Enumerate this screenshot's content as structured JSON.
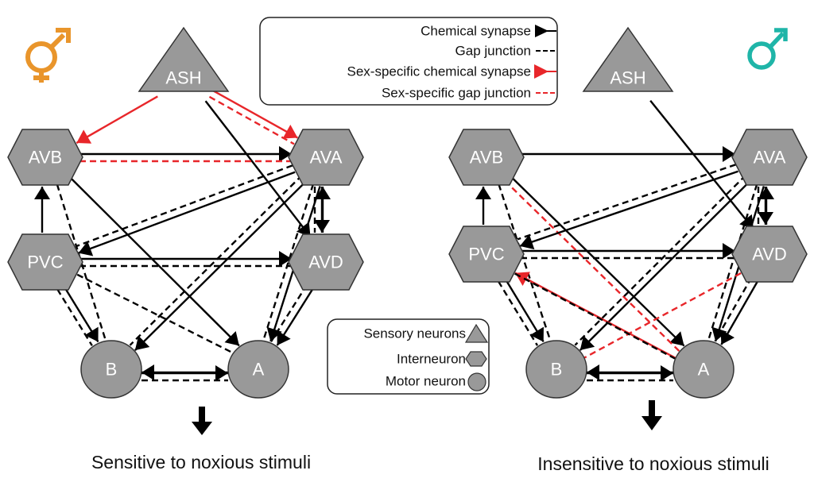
{
  "colors": {
    "node_fill": "#999999",
    "node_stroke": "#333333",
    "chemical": "#000000",
    "sex_specific": "#e8262a",
    "hermaphrodite_symbol": "#e9952b",
    "male_symbol": "#1fb5a8"
  },
  "legend_synapses": {
    "items": [
      {
        "label": "Chemical synapse",
        "kind": "chemical"
      },
      {
        "label": "Gap junction",
        "kind": "gap"
      },
      {
        "label": "Sex-specific chemical synapse",
        "kind": "sex-chemical"
      },
      {
        "label": "Sex-specific gap junction",
        "kind": "sex-gap"
      }
    ]
  },
  "legend_neurons": {
    "items": [
      {
        "label": "Sensory neurons",
        "shape": "triangle"
      },
      {
        "label": "Interneuron",
        "shape": "hexagon"
      },
      {
        "label": "Motor neuron",
        "shape": "circle"
      }
    ]
  },
  "panels": [
    {
      "id": "hermaphrodite",
      "symbol": "hermaphrodite-symbol",
      "caption": "Sensitive to noxious stimuli",
      "nodes": [
        {
          "id": "ASH",
          "label": "ASH",
          "type": "sensory"
        },
        {
          "id": "AVB",
          "label": "AVB",
          "type": "interneuron"
        },
        {
          "id": "AVA",
          "label": "AVA",
          "type": "interneuron"
        },
        {
          "id": "PVC",
          "label": "PVC",
          "type": "interneuron"
        },
        {
          "id": "AVD",
          "label": "AVD",
          "type": "interneuron"
        },
        {
          "id": "B",
          "label": "B",
          "type": "motor"
        },
        {
          "id": "A",
          "label": "A",
          "type": "motor"
        }
      ],
      "edges": [
        {
          "from": "ASH",
          "to": "AVB",
          "kind": "sex-chemical"
        },
        {
          "from": "ASH",
          "to": "AVA",
          "kind": "sex-chemical"
        },
        {
          "from": "ASH",
          "to": "AVA",
          "kind": "sex-gap"
        },
        {
          "from": "ASH",
          "to": "AVD",
          "kind": "chemical"
        },
        {
          "from": "AVB",
          "to": "AVA",
          "kind": "chemical"
        },
        {
          "from": "AVB",
          "to": "AVA",
          "kind": "sex-gap"
        },
        {
          "from": "PVC",
          "to": "AVB",
          "kind": "chemical"
        },
        {
          "from": "AVB",
          "to": "B",
          "kind": "gap"
        },
        {
          "from": "AVB",
          "to": "A",
          "kind": "chemical"
        },
        {
          "from": "AVA",
          "to": "PVC",
          "kind": "chemical"
        },
        {
          "from": "AVA",
          "to": "PVC",
          "kind": "gap"
        },
        {
          "from": "AVA",
          "to": "B",
          "kind": "chemical"
        },
        {
          "from": "AVA",
          "to": "B",
          "kind": "gap"
        },
        {
          "from": "AVA",
          "to": "A",
          "kind": "chemical"
        },
        {
          "from": "AVA",
          "to": "A",
          "kind": "gap"
        },
        {
          "from": "AVD",
          "to": "AVA",
          "kind": "chemical"
        },
        {
          "from": "AVA",
          "to": "AVD",
          "kind": "chemical"
        },
        {
          "from": "AVA",
          "to": "AVD",
          "kind": "gap"
        },
        {
          "from": "PVC",
          "to": "AVD",
          "kind": "chemical"
        },
        {
          "from": "PVC",
          "to": "AVD",
          "kind": "gap"
        },
        {
          "from": "PVC",
          "to": "B",
          "kind": "chemical"
        },
        {
          "from": "PVC",
          "to": "B",
          "kind": "gap"
        },
        {
          "from": "PVC",
          "to": "A",
          "kind": "gap"
        },
        {
          "from": "AVD",
          "to": "A",
          "kind": "chemical"
        },
        {
          "from": "AVD",
          "to": "A",
          "kind": "gap"
        },
        {
          "from": "A",
          "to": "B",
          "kind": "chemical"
        },
        {
          "from": "B",
          "to": "A",
          "kind": "chemical"
        },
        {
          "from": "B",
          "to": "A",
          "kind": "gap"
        }
      ]
    },
    {
      "id": "male",
      "symbol": "male-symbol",
      "caption": "Insensitive to noxious stimuli",
      "nodes": [
        {
          "id": "ASH",
          "label": "ASH",
          "type": "sensory"
        },
        {
          "id": "AVB",
          "label": "AVB",
          "type": "interneuron"
        },
        {
          "id": "AVA",
          "label": "AVA",
          "type": "interneuron"
        },
        {
          "id": "PVC",
          "label": "PVC",
          "type": "interneuron"
        },
        {
          "id": "AVD",
          "label": "AVD",
          "type": "interneuron"
        },
        {
          "id": "B",
          "label": "B",
          "type": "motor"
        },
        {
          "id": "A",
          "label": "A",
          "type": "motor"
        }
      ],
      "edges": [
        {
          "from": "ASH",
          "to": "AVD",
          "kind": "chemical"
        },
        {
          "from": "AVB",
          "to": "AVA",
          "kind": "chemical"
        },
        {
          "from": "PVC",
          "to": "AVB",
          "kind": "chemical"
        },
        {
          "from": "AVB",
          "to": "B",
          "kind": "gap"
        },
        {
          "from": "AVB",
          "to": "A",
          "kind": "chemical"
        },
        {
          "from": "AVB",
          "to": "A",
          "kind": "sex-gap"
        },
        {
          "from": "AVA",
          "to": "PVC",
          "kind": "chemical"
        },
        {
          "from": "AVA",
          "to": "PVC",
          "kind": "gap"
        },
        {
          "from": "AVA",
          "to": "B",
          "kind": "chemical"
        },
        {
          "from": "AVA",
          "to": "B",
          "kind": "gap"
        },
        {
          "from": "AVA",
          "to": "A",
          "kind": "chemical"
        },
        {
          "from": "AVA",
          "to": "A",
          "kind": "gap"
        },
        {
          "from": "AVD",
          "to": "AVA",
          "kind": "chemical"
        },
        {
          "from": "AVA",
          "to": "AVD",
          "kind": "chemical"
        },
        {
          "from": "AVA",
          "to": "AVD",
          "kind": "gap"
        },
        {
          "from": "PVC",
          "to": "AVD",
          "kind": "chemical"
        },
        {
          "from": "PVC",
          "to": "AVD",
          "kind": "gap"
        },
        {
          "from": "A",
          "to": "PVC",
          "kind": "sex-chemical"
        },
        {
          "from": "AVD",
          "to": "B",
          "kind": "sex-gap"
        },
        {
          "from": "PVC",
          "to": "B",
          "kind": "chemical"
        },
        {
          "from": "PVC",
          "to": "B",
          "kind": "gap"
        },
        {
          "from": "PVC",
          "to": "A",
          "kind": "gap"
        },
        {
          "from": "AVD",
          "to": "A",
          "kind": "chemical"
        },
        {
          "from": "AVD",
          "to": "A",
          "kind": "gap"
        },
        {
          "from": "A",
          "to": "B",
          "kind": "chemical"
        },
        {
          "from": "B",
          "to": "A",
          "kind": "chemical"
        },
        {
          "from": "B",
          "to": "A",
          "kind": "gap"
        }
      ]
    }
  ]
}
